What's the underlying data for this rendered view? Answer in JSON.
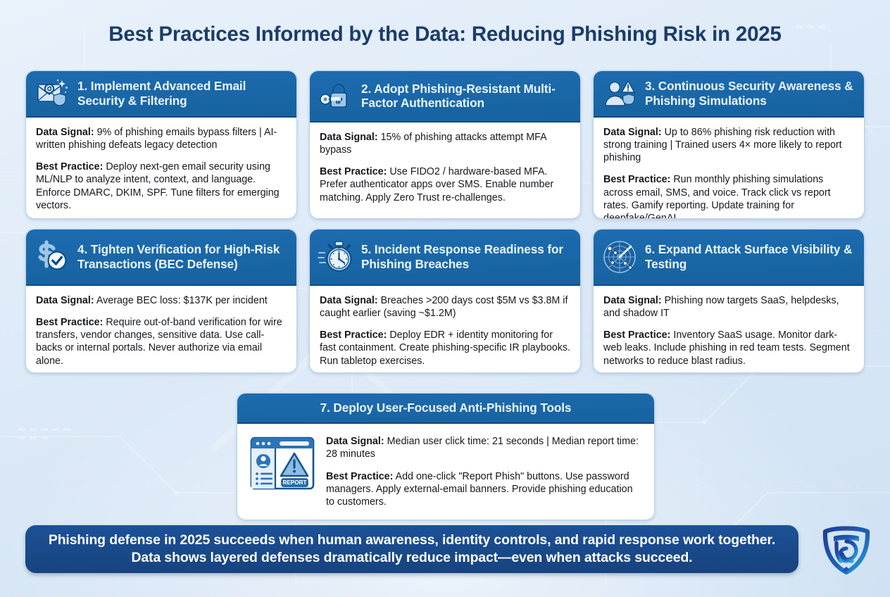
{
  "title": "Best Practices Informed by the Data: Reducing Phishing Risk in 2025",
  "labels": {
    "data_signal": "Data Signal:",
    "best_practice": "Best Practice:"
  },
  "colors": {
    "title_navy": "#1b3c6b",
    "header_blue": "#1a6aad",
    "header_border": "#0f4a80",
    "footer_blue": "#1b4c90",
    "card_white": "#ffffff",
    "card_border": "#b9d3ea",
    "background_light_blue": "#dce9f7",
    "body_text": "#16181c"
  },
  "cards": [
    {
      "number": "1.",
      "title": "1. Implement Advanced Email Security & Filtering",
      "icon": "email-shield-icon",
      "data_signal": "9% of phishing emails bypass filters | AI-written phishing defeats legacy detection",
      "best_practice": "Deploy next-gen email security using ML/NLP to analyze intent, context, and language. Enforce DMARC, DKIM, SPF. Tune filters for emerging vectors."
    },
    {
      "number": "2.",
      "title": "2. Adopt Phishing-Resistant Multi-Factor Authentication",
      "icon": "key-lock-icon",
      "data_signal": "15% of phishing attacks attempt MFA bypass",
      "best_practice": "Use FIDO2 / hardware-based MFA. Prefer authenticator apps over SMS. Enable number matching. Apply Zero Trust re-challenges."
    },
    {
      "number": "3.",
      "title": "3. Continuous Security Awareness & Phishing Simulations",
      "icon": "user-warning-shield-icon",
      "data_signal": "Up to 86% phishing risk reduction with strong training | Trained users 4× more likely to report phishing",
      "best_practice": "Run monthly phishing simulations across email, SMS, and voice. Track click vs report rates. Gamify reporting. Update training for deepfake/GenAI."
    },
    {
      "number": "4.",
      "title": "4. Tighten Verification for High-Risk Transactions (BEC Defense)",
      "icon": "dollar-check-icon",
      "data_signal": "Average BEC loss: $137K per incident",
      "best_practice": "Require out-of-band verification for wire transfers, vendor changes, sensitive data. Use call-backs or internal portals. Never authorize via email alone."
    },
    {
      "number": "5.",
      "title": "5. Incident Response Readiness for Phishing Breaches",
      "icon": "stopwatch-icon",
      "data_signal": "Breaches >200 days cost $5M vs $3.8M if caught earlier (saving ~$1.2M)",
      "best_practice": "Deploy EDR + identity monitoring for fast containment. Create phishing-specific IR playbooks. Run tabletop exercises."
    },
    {
      "number": "6.",
      "title": "6. Expand Attack Surface Visibility & Testing",
      "icon": "radar-icon",
      "data_signal": "Phishing now targets SaaS, helpdesks, and shadow IT",
      "best_practice": "Inventory SaaS usage. Monitor dark-web leaks. Include phishing in red team tests. Segment networks to reduce blast radius."
    }
  ],
  "card7": {
    "number": "7.",
    "title": "7. Deploy User-Focused Anti-Phishing Tools",
    "icon": "report-phish-browser-icon",
    "icon_button_label": "REPORT",
    "data_signal": "Median user click time: 21 seconds | Median report time: 28 minutes",
    "best_practice": "Add one-click \"Report Phish\" buttons. Use password managers. Apply external-email banners. Provide phishing education to customers."
  },
  "footer": {
    "text": "Phishing defense in 2025 succeeds when human awareness, identity controls, and rapid response work together. Data shows layered defenses dramatically reduce impact—even when attacks succeed.",
    "logo": "shield-triskelion-logo"
  }
}
